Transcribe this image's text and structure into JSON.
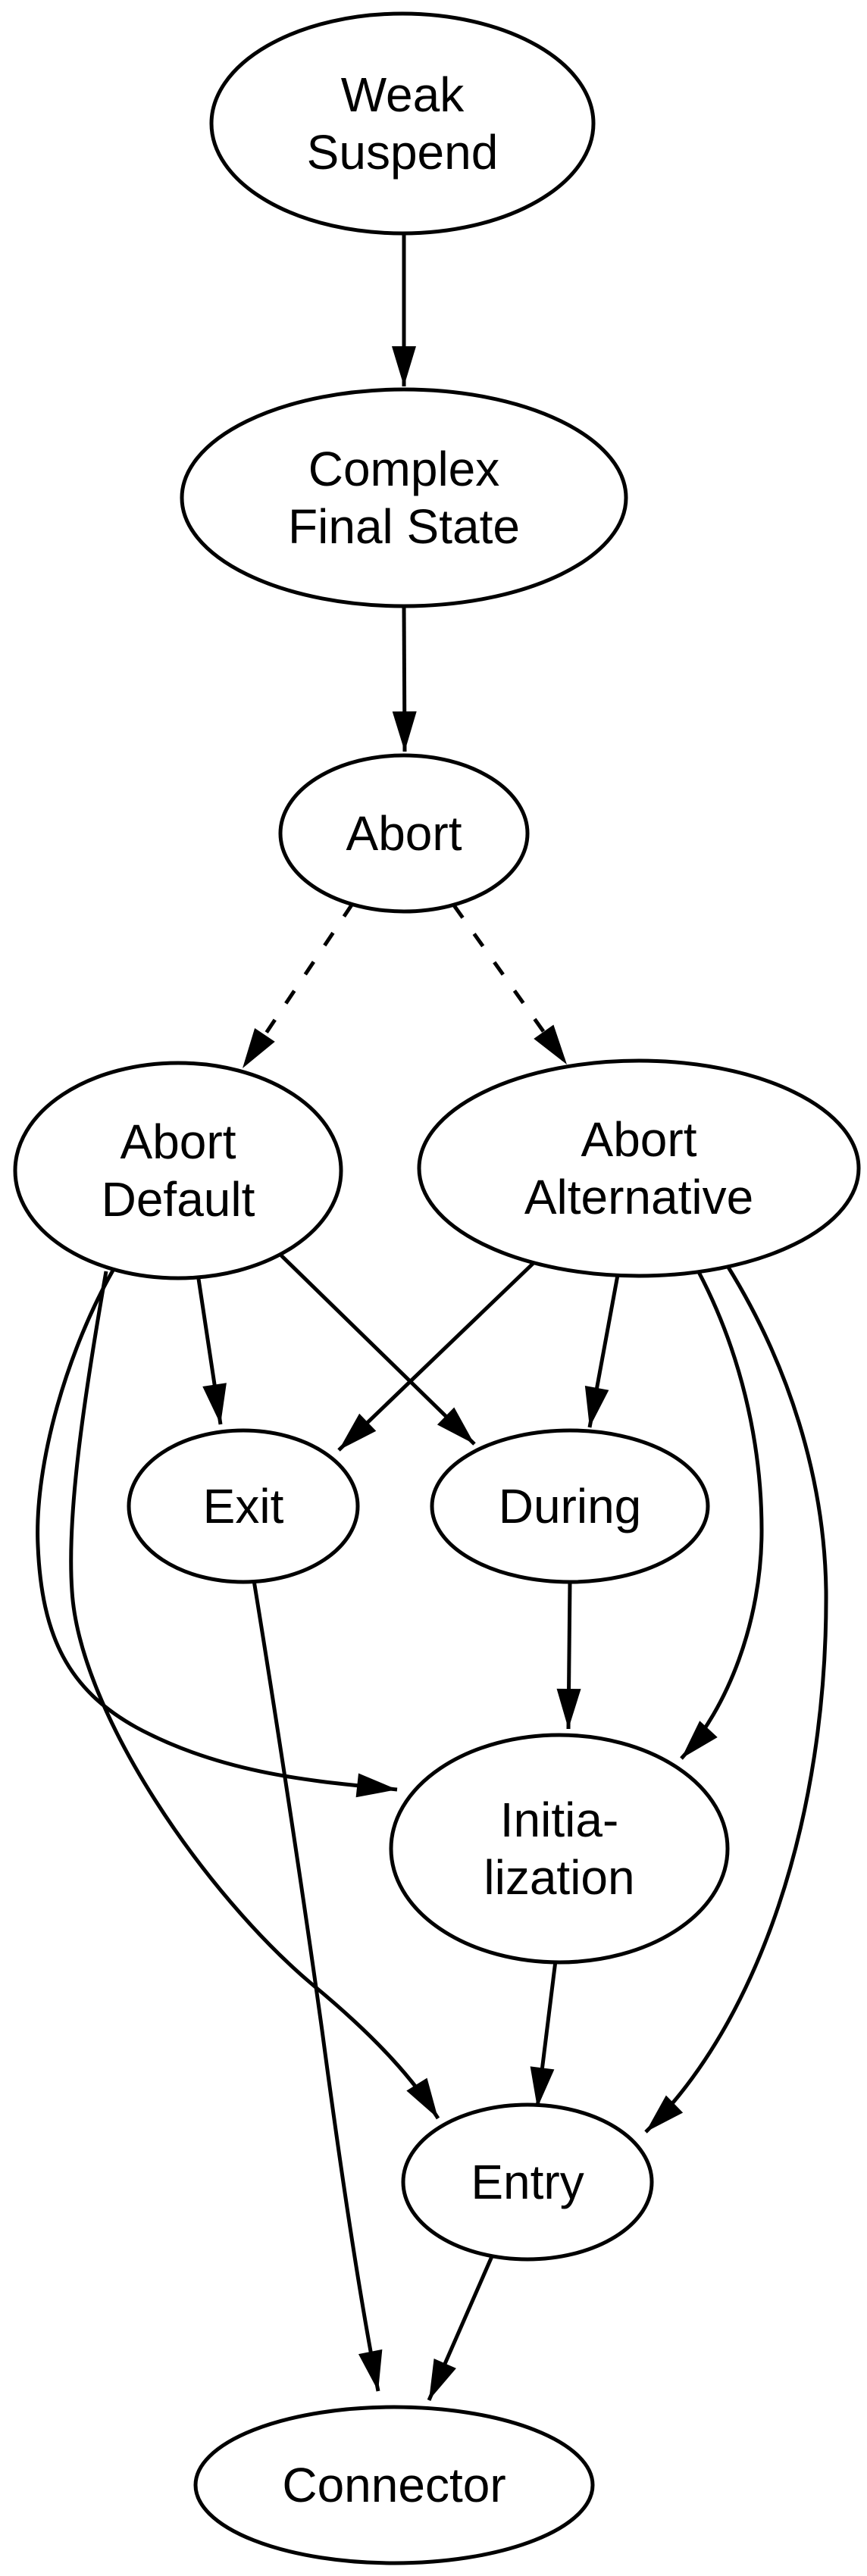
{
  "diagram": {
    "type": "directed-state-graph",
    "background_color": "#ffffff",
    "line_color": "#000000",
    "highlight_color": "#f0e21b",
    "nodes": [
      {
        "id": "weak-suspend",
        "label": "Weak Suspend",
        "lines": [
          "Weak",
          "Suspend"
        ],
        "fill": "#ffffff"
      },
      {
        "id": "complex-final-state",
        "label": "Complex Final State",
        "lines": [
          "Complex",
          "Final State"
        ],
        "fill": "#f0e21b"
      },
      {
        "id": "abort",
        "label": "Abort",
        "lines": [
          "Abort"
        ],
        "fill": "#ffffff"
      },
      {
        "id": "abort-default",
        "label": "Abort Default",
        "lines": [
          "Abort",
          "Default"
        ],
        "fill": "#ffffff"
      },
      {
        "id": "abort-alternative",
        "label": "Abort Alternative",
        "lines": [
          "Abort",
          "Alternative"
        ],
        "fill": "#ffffff"
      },
      {
        "id": "exit",
        "label": "Exit",
        "lines": [
          "Exit"
        ],
        "fill": "#ffffff"
      },
      {
        "id": "during",
        "label": "During",
        "lines": [
          "During"
        ],
        "fill": "#ffffff"
      },
      {
        "id": "initialization",
        "label": "Initia-lization",
        "lines": [
          "Initia-",
          "lization"
        ],
        "fill": "#ffffff"
      },
      {
        "id": "entry",
        "label": "Entry",
        "lines": [
          "Entry"
        ],
        "fill": "#ffffff"
      },
      {
        "id": "connector",
        "label": "Connector",
        "lines": [
          "Connector"
        ],
        "fill": "#ffffff"
      }
    ],
    "edges": [
      {
        "from": "Weak Suspend",
        "to": "Complex Final State",
        "style": "solid"
      },
      {
        "from": "Complex Final State",
        "to": "Abort",
        "style": "solid"
      },
      {
        "from": "Abort",
        "to": "Abort Default",
        "style": "dashed"
      },
      {
        "from": "Abort",
        "to": "Abort Alternative",
        "style": "dashed"
      },
      {
        "from": "Abort Default",
        "to": "Exit",
        "style": "solid"
      },
      {
        "from": "Abort Default",
        "to": "During",
        "style": "solid"
      },
      {
        "from": "Abort Default",
        "to": "Initia-lization",
        "style": "solid"
      },
      {
        "from": "Abort Default",
        "to": "Entry",
        "style": "solid"
      },
      {
        "from": "Abort Alternative",
        "to": "Exit",
        "style": "solid"
      },
      {
        "from": "Abort Alternative",
        "to": "During",
        "style": "solid"
      },
      {
        "from": "Abort Alternative",
        "to": "Initia-lization",
        "style": "solid"
      },
      {
        "from": "Abort Alternative",
        "to": "Entry",
        "style": "solid"
      },
      {
        "from": "During",
        "to": "Initia-lization",
        "style": "solid"
      },
      {
        "from": "Initia-lization",
        "to": "Entry",
        "style": "solid"
      },
      {
        "from": "Exit",
        "to": "Connector",
        "style": "solid"
      },
      {
        "from": "Entry",
        "to": "Connector",
        "style": "solid"
      }
    ]
  }
}
